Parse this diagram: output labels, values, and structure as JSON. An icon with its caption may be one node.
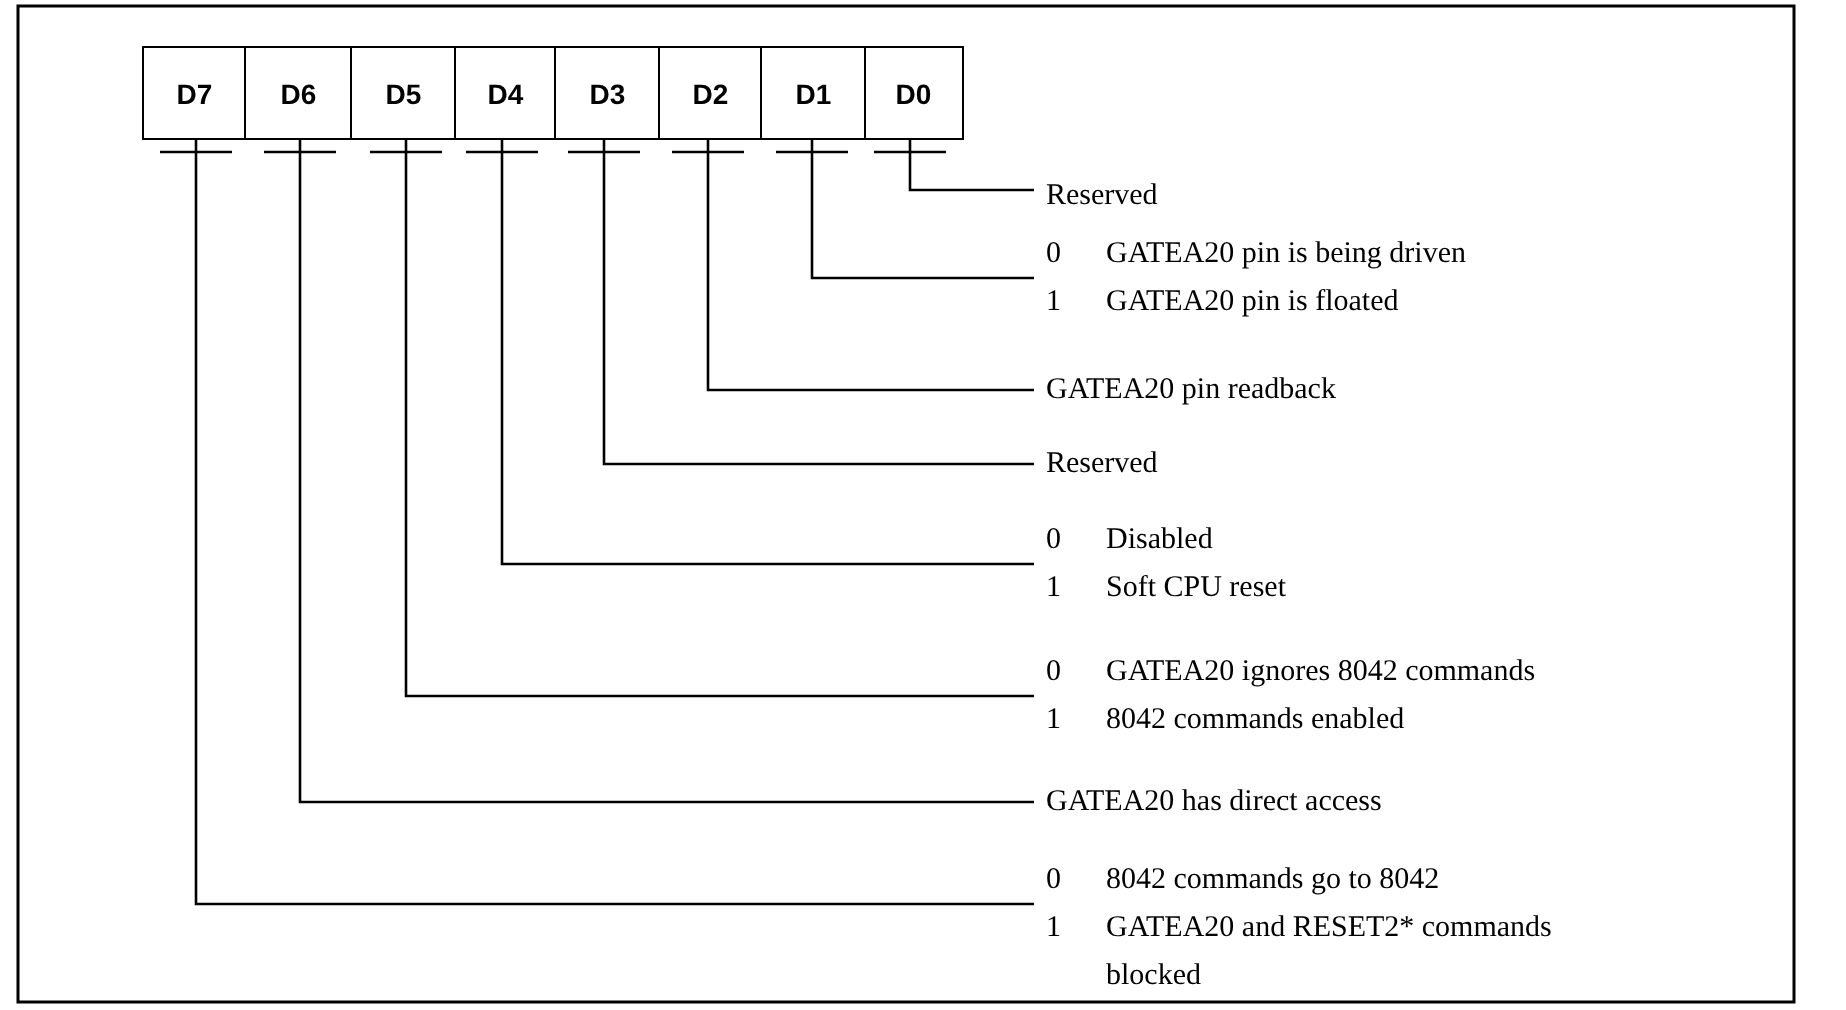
{
  "diagram": {
    "nodes": [
      {
        "text": [
          "D7"
        ]
      },
      {
        "text": [
          "D6"
        ]
      },
      {
        "text": [
          "D5"
        ]
      },
      {
        "text": [
          "D4"
        ]
      },
      {
        "text": [
          "D3"
        ]
      },
      {
        "text": [
          "D2"
        ]
      },
      {
        "text": [
          "D1"
        ]
      },
      {
        "text": [
          "D0"
        ]
      },
      {
        "text": [
          "Reserved"
        ]
      },
      {
        "text": [
          "0",
          "GATEA20 pin is being driven",
          "1",
          "GATEA20 pin is floated"
        ]
      },
      {
        "text": [
          "GATEA20 pin readback"
        ]
      },
      {
        "text": [
          "Reserved"
        ]
      },
      {
        "text": [
          "0",
          "Disabled",
          "1",
          "Soft CPU reset"
        ]
      },
      {
        "text": [
          "0",
          "GATEA20 ignores 8042 commands",
          "1",
          "8042 commands enabled"
        ]
      },
      {
        "text": [
          "GATEA20 has direct access"
        ]
      },
      {
        "text": [
          "0",
          "8042 commands go to 8042",
          "1",
          "GATEA20 and RESET2* commands blocked"
        ]
      }
    ],
    "edges": [
      {
        "from": 7,
        "to": 8,
        "arrow": "none"
      },
      {
        "from": 6,
        "to": 9,
        "arrow": "none"
      },
      {
        "from": 5,
        "to": 10,
        "arrow": "none"
      },
      {
        "from": 4,
        "to": 11,
        "arrow": "none"
      },
      {
        "from": 3,
        "to": 12,
        "arrow": "none"
      },
      {
        "from": 2,
        "to": 13,
        "arrow": "none"
      },
      {
        "from": 1,
        "to": 14,
        "arrow": "none"
      },
      {
        "from": 0,
        "to": 15,
        "arrow": "none"
      }
    ]
  }
}
